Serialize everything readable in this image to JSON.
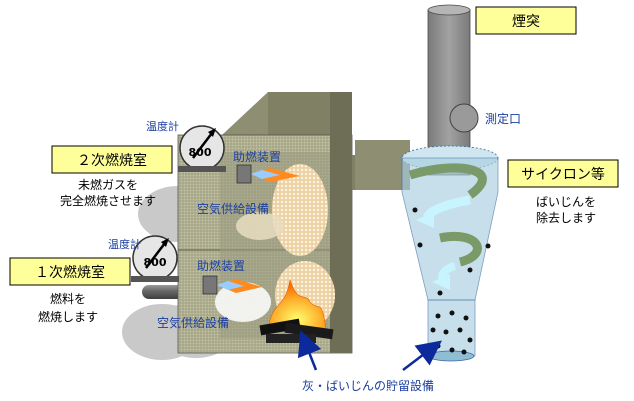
{
  "labels": {
    "chimney": "煙突",
    "measure_port": "測定口",
    "cyclone": "サイクロン等",
    "cyclone_desc_1": "ばいじんを",
    "cyclone_desc_2": "除去します",
    "secondary_chamber": "２次燃焼室",
    "secondary_desc_1": "未燃ガスを",
    "secondary_desc_2": "完全燃焼させます",
    "primary_chamber": "１次燃焼室",
    "primary_desc_1": "燃料を",
    "primary_desc_2": "燃焼します",
    "thermometer_top": "温度計",
    "thermometer_bottom": "温度計",
    "gauge_top_value": "800",
    "gauge_bottom_value": "800",
    "burner_top": "助燃装置",
    "burner_bottom": "助燃装置",
    "air_top": "空気供給設備",
    "air_bottom": "空気供給設備",
    "ash_storage": "灰・ばいじんの貯留設備"
  },
  "colors": {
    "label_box_fill": "#ffff99",
    "text_blue": "#1a3fa0",
    "furnace_front": "#a7a88a",
    "furnace_side": "#7f8064",
    "chimney": "#8e8e8e",
    "cyclone_glass": "#a8cfe0",
    "swirl_green": "#7a9a6a",
    "swirl_cyan": "#c8f4ff",
    "flame_orange": "#ff8a1e",
    "burner_blue": "#99ccff"
  }
}
